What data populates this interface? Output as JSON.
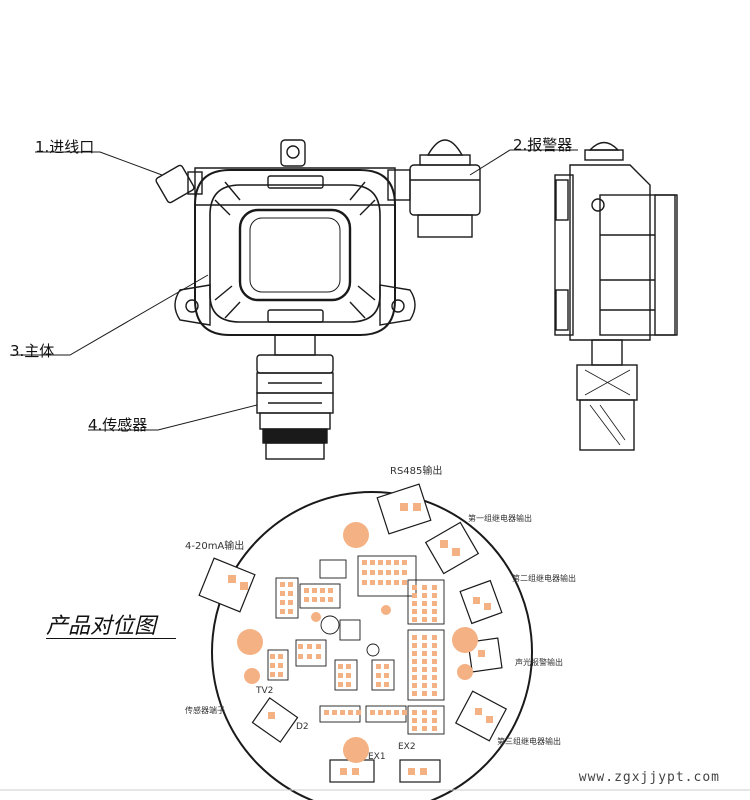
{
  "labels": {
    "inlet": "1.进线口",
    "alarm": "2.报警器",
    "body": "3.主体",
    "sensor": "4.传感器"
  },
  "board": {
    "title": "产品对位图",
    "rs485": "RS485输出",
    "current_out": "4-20mA输出",
    "relay1": "第一组继电器输出",
    "relay2": "第二组继电器输出",
    "relay3": "第三组继电器输出",
    "sound_light": "声光报警输出",
    "sensor_port": "传感器端子",
    "tv2": "TV2",
    "d2": "D2",
    "ex1": "EX1",
    "ex2": "EX2"
  },
  "watermark": "www.zgxjjypt.com",
  "colors": {
    "pad": "#f4b183",
    "pad_dark": "#f0a060",
    "line": "#1a1a1a"
  }
}
